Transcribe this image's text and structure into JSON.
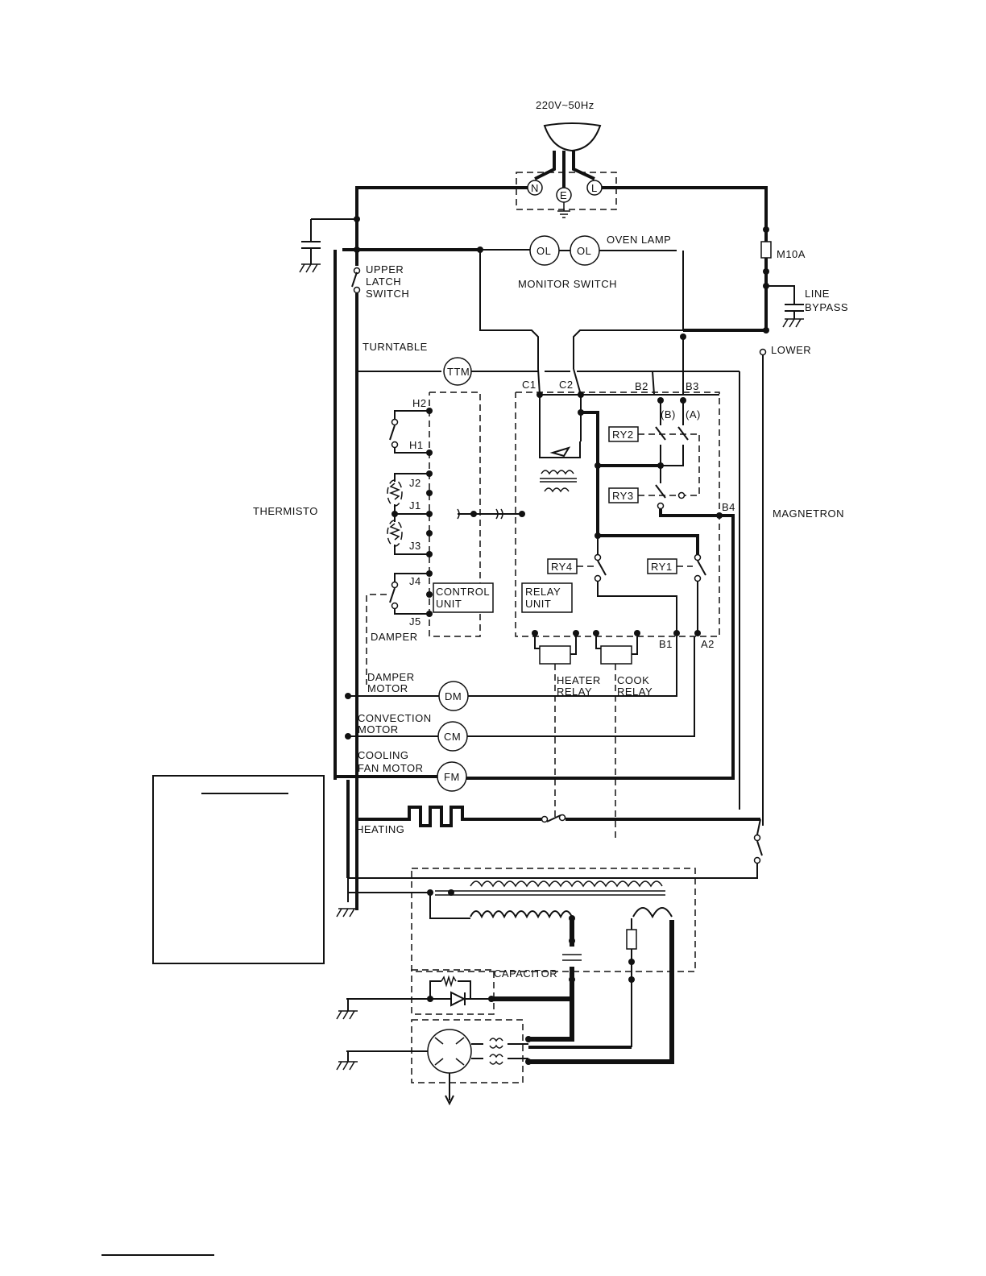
{
  "power": {
    "source": "220V~50Hz",
    "neutral": "N",
    "earth": "E",
    "line": "L"
  },
  "labels": {
    "oven_lamp": "OVEN LAMP",
    "oven_lamp_symbol": "OL",
    "fuse": "M10A",
    "line_bypass_1": "LINE",
    "line_bypass_2": "BYPASS",
    "upper_latch_1": "UPPER",
    "upper_latch_2": "LATCH",
    "upper_latch_3": "SWITCH",
    "monitor_switch": "MONITOR SWITCH",
    "turntable": "TURNTABLE",
    "lower": "LOWER",
    "ttm": "TTM",
    "thermisto": "THERMISTO",
    "magnetron": "MAGNETRON",
    "control_unit_1": "CONTROL",
    "control_unit_2": "UNIT",
    "relay_unit_1": "RELAY",
    "relay_unit_2": "UNIT",
    "damper": "DAMPER",
    "damper_motor_1": "DAMPER",
    "damper_motor_2": "MOTOR",
    "dm": "DM",
    "convection_motor_1": "CONVECTION",
    "convection_motor_2": "MOTOR",
    "cm": "CM",
    "cooling_fan_1": "COOLING",
    "cooling_fan_2": "FAN MOTOR",
    "fm": "FM",
    "heating": "HEATING",
    "heater_relay_1": "HEATER",
    "heater_relay_2": "RELAY",
    "cook_relay_1": "COOK",
    "cook_relay_2": "RELAY",
    "capacitor": "CAPACITOR",
    "ry1": "RY1",
    "ry2": "RY2",
    "ry3": "RY3",
    "ry4": "RY4",
    "contact_a": "(A)",
    "contact_b": "(B)"
  },
  "terminals": {
    "h2": "H2",
    "h1": "H1",
    "j2": "J2",
    "j1": "J1",
    "j3": "J3",
    "j4": "J4",
    "j5": "J5",
    "c1": "C1",
    "c2": "C2",
    "b1": "B1",
    "b2": "B2",
    "b3": "B3",
    "b4": "B4",
    "a2": "A2"
  }
}
